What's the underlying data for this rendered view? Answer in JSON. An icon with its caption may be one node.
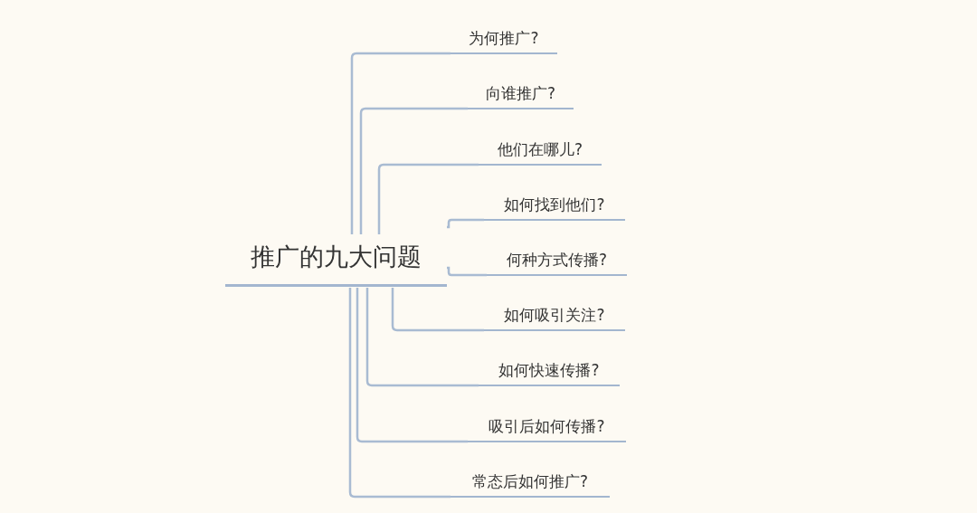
{
  "diagram": {
    "nodes": [
      {
        "text": [
          "推广的九大问题"
        ]
      },
      {
        "text": [
          "为何推广?"
        ]
      },
      {
        "text": [
          "向谁推广?"
        ]
      },
      {
        "text": [
          "他们在哪儿?"
        ]
      },
      {
        "text": [
          "如何找到他们?"
        ]
      },
      {
        "text": [
          "何种方式传播?"
        ]
      },
      {
        "text": [
          "如何吸引关注?"
        ]
      },
      {
        "text": [
          "如何快速传播?"
        ]
      },
      {
        "text": [
          "吸引后如何传播?"
        ]
      },
      {
        "text": [
          "常态后如何推广?"
        ]
      }
    ],
    "edges": [
      {
        "from": 0,
        "to": 1,
        "arrow": "none"
      },
      {
        "from": 0,
        "to": 2,
        "arrow": "none"
      },
      {
        "from": 0,
        "to": 3,
        "arrow": "none"
      },
      {
        "from": 0,
        "to": 4,
        "arrow": "none"
      },
      {
        "from": 0,
        "to": 5,
        "arrow": "none"
      },
      {
        "from": 0,
        "to": 6,
        "arrow": "none"
      },
      {
        "from": 0,
        "to": 7,
        "arrow": "none"
      },
      {
        "from": 0,
        "to": 8,
        "arrow": "none"
      },
      {
        "from": 0,
        "to": 9,
        "arrow": "none"
      }
    ]
  }
}
